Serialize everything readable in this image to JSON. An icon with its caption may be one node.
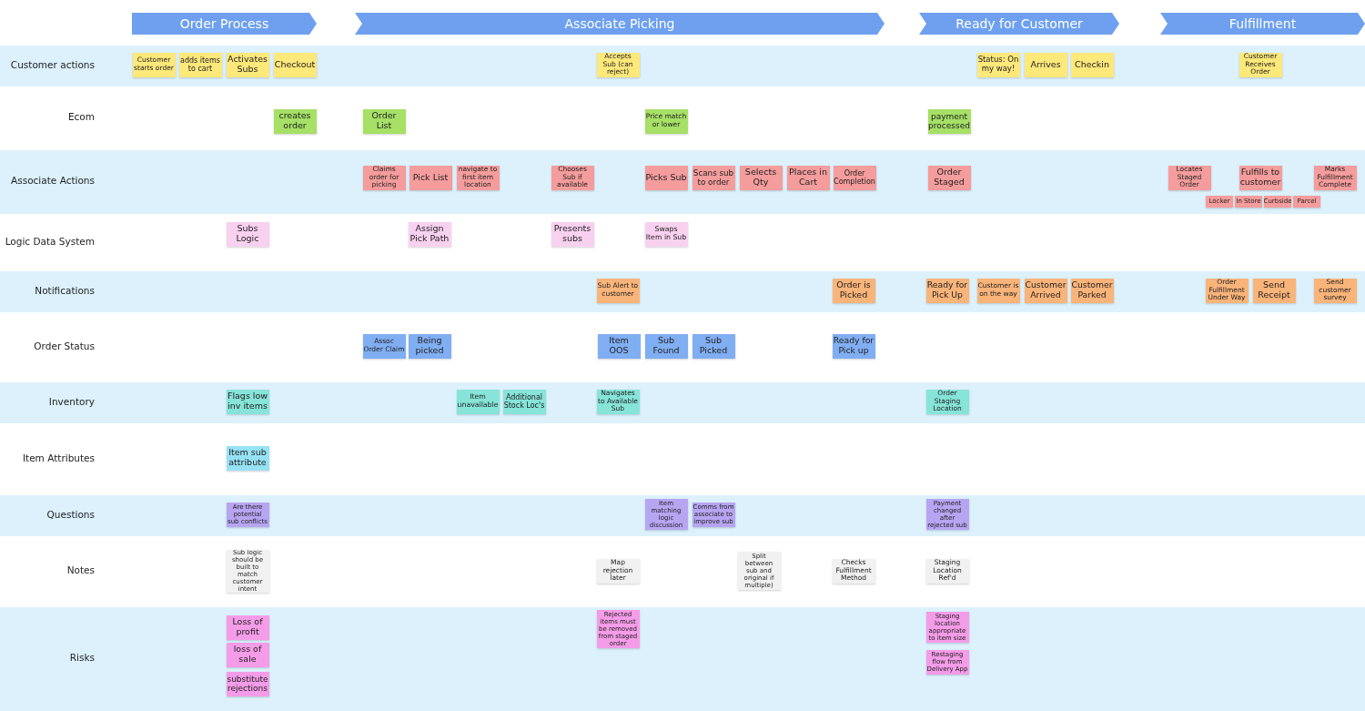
{
  "diagram": {
    "nodes": [
      {
        "text": [
          "Order Process"
        ]
      },
      {
        "text": [
          "Associate Picking"
        ]
      },
      {
        "text": [
          "Ready for Customer"
        ]
      },
      {
        "text": [
          "Fulfillment"
        ]
      },
      {
        "text": [
          "Customer actions"
        ]
      },
      {
        "text": [
          "Ecom"
        ]
      },
      {
        "text": [
          "Associate Actions"
        ]
      },
      {
        "text": [
          "Logic Data System"
        ]
      },
      {
        "text": [
          "Notifications"
        ]
      },
      {
        "text": [
          "Order Status"
        ]
      },
      {
        "text": [
          "Inventory"
        ]
      },
      {
        "text": [
          "Item Attributes"
        ]
      },
      {
        "text": [
          "Questions"
        ]
      },
      {
        "text": [
          "Notes"
        ]
      },
      {
        "text": [
          "Risks"
        ]
      },
      {
        "text": [
          "Customer starts order"
        ],
        "in": 4
      },
      {
        "text": [
          "adds items to cart"
        ],
        "in": 4
      },
      {
        "text": [
          "Activates Subs"
        ],
        "in": 4
      },
      {
        "text": [
          "Checkout"
        ],
        "in": 4
      },
      {
        "text": [
          "Accepts Sub (can reject)"
        ],
        "in": 4
      },
      {
        "text": [
          "Status: On my way!"
        ],
        "in": 4
      },
      {
        "text": [
          "Arrives"
        ],
        "in": 4
      },
      {
        "text": [
          "Checkin"
        ],
        "in": 4
      },
      {
        "text": [
          "Customer Receives Order"
        ],
        "in": 4
      },
      {
        "text": [
          "creates order"
        ],
        "in": 5
      },
      {
        "text": [
          "Order List"
        ],
        "in": 5
      },
      {
        "text": [
          "Price match or lower"
        ],
        "in": 5
      },
      {
        "text": [
          "payment processed"
        ],
        "in": 5
      },
      {
        "text": [
          "Claims order for picking"
        ],
        "in": 6
      },
      {
        "text": [
          "Pick List"
        ],
        "in": 6
      },
      {
        "text": [
          "navigate to first item location"
        ],
        "in": 6
      },
      {
        "text": [
          "Chooses Sub if available"
        ],
        "in": 6
      },
      {
        "text": [
          "Picks Sub"
        ],
        "in": 6
      },
      {
        "text": [
          "Scans sub to order"
        ],
        "in": 6
      },
      {
        "text": [
          "Selects Qty"
        ],
        "in": 6
      },
      {
        "text": [
          "Places in Cart"
        ],
        "in": 6
      },
      {
        "text": [
          "Order Completion"
        ],
        "in": 6
      },
      {
        "text": [
          "Order Staged"
        ],
        "in": 6
      },
      {
        "text": [
          "Locates Staged Order"
        ],
        "in": 6
      },
      {
        "text": [
          "Fulfills to customer"
        ],
        "in": 6
      },
      {
        "text": [
          "Marks Fulfillment Complete"
        ],
        "in": 6
      },
      {
        "text": [
          "Locker"
        ],
        "in": 6
      },
      {
        "text": [
          "In Store"
        ],
        "in": 6
      },
      {
        "text": [
          "Curbside"
        ],
        "in": 6
      },
      {
        "text": [
          "Parcel"
        ],
        "in": 6
      },
      {
        "text": [
          "Subs Logic"
        ],
        "in": 7
      },
      {
        "text": [
          "Assign Pick Path"
        ],
        "in": 7
      },
      {
        "text": [
          "Presents subs"
        ],
        "in": 7
      },
      {
        "text": [
          "Swaps Item in Sub"
        ],
        "in": 7
      },
      {
        "text": [
          "Sub Alert to customer"
        ],
        "in": 8
      },
      {
        "text": [
          "Order is Picked"
        ],
        "in": 8
      },
      {
        "text": [
          "Ready for Pick Up"
        ],
        "in": 8
      },
      {
        "text": [
          "Customer is on the way"
        ],
        "in": 8
      },
      {
        "text": [
          "Customer Arrived"
        ],
        "in": 8
      },
      {
        "text": [
          "Customer Parked"
        ],
        "in": 8
      },
      {
        "text": [
          "Order Fulfillment Under Way"
        ],
        "in": 8
      },
      {
        "text": [
          "Send Receipt"
        ],
        "in": 8
      },
      {
        "text": [
          "Send customer survey"
        ],
        "in": 8
      },
      {
        "text": [
          "Assoc Order Claim"
        ],
        "in": 9
      },
      {
        "text": [
          "Being picked"
        ],
        "in": 9
      },
      {
        "text": [
          "Item OOS"
        ],
        "in": 9
      },
      {
        "text": [
          "Sub Found"
        ],
        "in": 9
      },
      {
        "text": [
          "Sub Picked"
        ],
        "in": 9
      },
      {
        "text": [
          "Ready for Pick up"
        ],
        "in": 9
      },
      {
        "text": [
          "Flags low inv items"
        ],
        "in": 10
      },
      {
        "text": [
          "Item unavailable"
        ],
        "in": 10
      },
      {
        "text": [
          "Additional Stock Loc's"
        ],
        "in": 10
      },
      {
        "text": [
          "Navigates to Available Sub"
        ],
        "in": 10
      },
      {
        "text": [
          "Order Staging Location"
        ],
        "in": 10
      },
      {
        "text": [
          "Item sub attribute"
        ],
        "in": 11
      },
      {
        "text": [
          "Are there potential sub conflicts"
        ],
        "in": 12
      },
      {
        "text": [
          "Item matching logic discussion"
        ],
        "in": 12
      },
      {
        "text": [
          "Comms from associate to improve sub"
        ],
        "in": 12
      },
      {
        "text": [
          "Payment changed after rejected sub"
        ],
        "in": 12
      },
      {
        "text": [
          "Sub logic should be built to match customer intent"
        ],
        "in": 13
      },
      {
        "text": [
          "Map rejection later"
        ],
        "in": 13
      },
      {
        "text": [
          "Split between sub and original if multiple)"
        ],
        "in": 13
      },
      {
        "text": [
          "Checks Fulfillment Method"
        ],
        "in": 13
      },
      {
        "text": [
          "Staging Location Ref'd"
        ],
        "in": 13
      },
      {
        "text": [
          "Loss of profit"
        ],
        "in": 14
      },
      {
        "text": [
          "loss of sale"
        ],
        "in": 14
      },
      {
        "text": [
          "substitute rejections"
        ],
        "in": 14
      },
      {
        "text": [
          "Rejected items must be removed from staged order"
        ],
        "in": 14
      },
      {
        "text": [
          "Staging location appropriate to item size"
        ],
        "in": 14
      },
      {
        "text": [
          "Restaging flow from Delivery App"
        ],
        "in": 14
      }
    ]
  }
}
